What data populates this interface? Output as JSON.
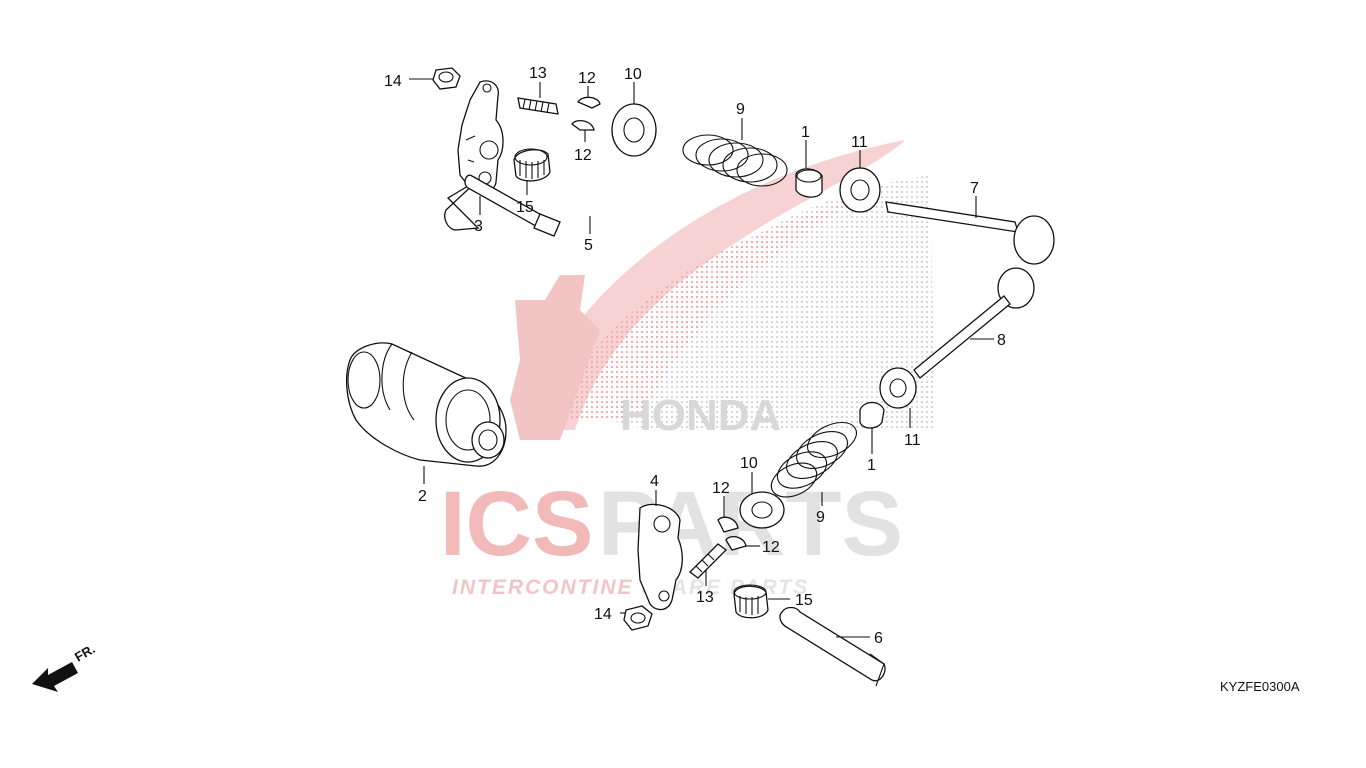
{
  "diagram_code": "KYZFE0300A",
  "front_marker": "FR.",
  "watermark": {
    "brand_left": "ICS",
    "brand_right": "PARTS",
    "tagline_red": "INTERCONTINE",
    "tagline_rest": "     SPARE PARTS"
  },
  "callouts": [
    {
      "id": "c14a",
      "label": "14"
    },
    {
      "id": "c13a",
      "label": "13"
    },
    {
      "id": "c12a",
      "label": "12"
    },
    {
      "id": "c10a",
      "label": "10"
    },
    {
      "id": "c9a",
      "label": "9"
    },
    {
      "id": "c12b",
      "label": "12"
    },
    {
      "id": "c1a",
      "label": "1"
    },
    {
      "id": "c11a",
      "label": "11"
    },
    {
      "id": "c7",
      "label": "7"
    },
    {
      "id": "c15a",
      "label": "15"
    },
    {
      "id": "c3",
      "label": "3"
    },
    {
      "id": "c5",
      "label": "5"
    },
    {
      "id": "c8",
      "label": "8"
    },
    {
      "id": "c11b",
      "label": "11"
    },
    {
      "id": "c1b",
      "label": "1"
    },
    {
      "id": "c2",
      "label": "2"
    },
    {
      "id": "c4",
      "label": "4"
    },
    {
      "id": "c10b",
      "label": "10"
    },
    {
      "id": "c12c",
      "label": "12"
    },
    {
      "id": "c9b",
      "label": "9"
    },
    {
      "id": "c12d",
      "label": "12"
    },
    {
      "id": "c13b",
      "label": "13"
    },
    {
      "id": "c15b",
      "label": "15"
    },
    {
      "id": "c14b",
      "label": "14"
    },
    {
      "id": "c6",
      "label": "6"
    }
  ]
}
